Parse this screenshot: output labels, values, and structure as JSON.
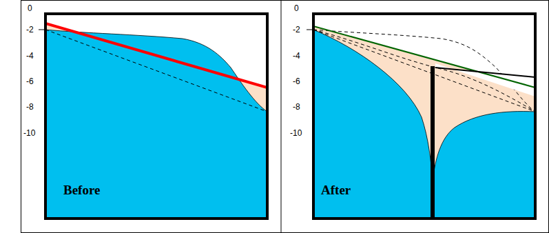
{
  "diagram": {
    "labels": [
      "0",
      "-2",
      "-4",
      "-6",
      "-8",
      "-10",
      "Before",
      "0",
      "-2",
      "-4",
      "-6",
      "-8",
      "-10",
      "After"
    ]
  }
}
